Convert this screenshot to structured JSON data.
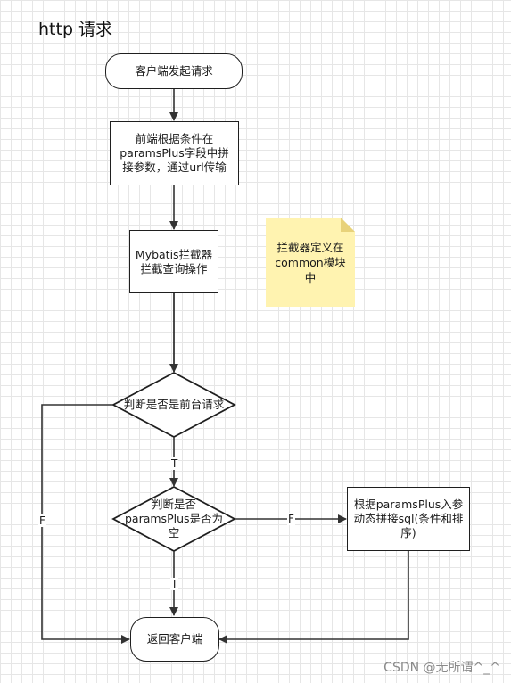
{
  "title": "http 请求",
  "nodes": {
    "start": "客户端发起请求",
    "frontend": "前端根据条件在paramsPlus字段中拼接参数，通过url传输",
    "mybatis": "Mybatis拦截器拦截查询操作",
    "decision1": "判断是否是前台请求",
    "decision2": "判断是否paramsPlus是否为空",
    "assemble": "根据paramsPlus入参动态拼接sql(条件和排序)",
    "end": "返回客户端"
  },
  "note": "拦截器定义在common模块中",
  "edge_labels": {
    "d1_true": "T",
    "d1_false": "F",
    "d2_true": "T",
    "d2_false": "F"
  },
  "watermark": "CSDN @无所谓^_^",
  "colors": {
    "note_fill": "#fff3b0",
    "note_fold": "#e8d27a",
    "line": "#333333"
  }
}
